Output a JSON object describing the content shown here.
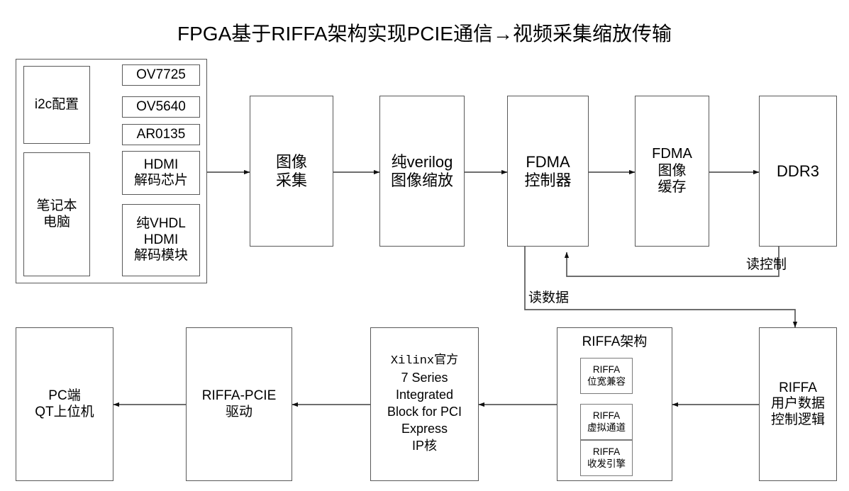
{
  "diagram": {
    "title": "FPGA基于RIFFA架构实现PCIE通信→视频采集缩放传输",
    "colors": {
      "stroke": "#595959",
      "text": "#000000",
      "background": "#ffffff"
    },
    "source_group": {
      "name": "video-source-group",
      "config_box": "i2c配置",
      "laptop_box_line1": "笔记本",
      "laptop_box_line2": "电脑",
      "sensors": [
        {
          "label": "OV7725"
        },
        {
          "label": "OV5640"
        },
        {
          "label": "AR0135"
        }
      ],
      "hdmi_chip_line1": "HDMI",
      "hdmi_chip_line2": "解码芯片",
      "vhdl_line1": "纯VHDL",
      "vhdl_line2": "HDMI",
      "vhdl_line3": "解码模块"
    },
    "pipeline": [
      {
        "name": "image-capture",
        "line1": "图像",
        "line2": "采集"
      },
      {
        "name": "image-scaler",
        "line1": "纯verilog",
        "line2": "图像缩放"
      },
      {
        "name": "fdma-controller",
        "line1": "FDMA",
        "line2": "控制器"
      },
      {
        "name": "fdma-image-buffer",
        "line1": "FDMA",
        "line2": "图像",
        "line3": "缓存"
      },
      {
        "name": "ddr3",
        "line1": "DDR3"
      }
    ],
    "edge_labels": {
      "read_control": "读控制",
      "read_data": "读数据"
    },
    "bottom_row": {
      "pc_host_line1": "PC端",
      "pc_host_line2": "QT上位机",
      "driver_line1": "RIFFA-PCIE",
      "driver_line2": "驱动",
      "xilinx_ip": {
        "line1": "Xilinx官方",
        "line2": "7  Series",
        "line3": "Integrated",
        "line4": "Block for PCI",
        "line5": "Express",
        "line6": "IP核"
      },
      "riffa_arch": {
        "title": "RIFFA架构",
        "blocks": [
          {
            "line1": "RIFFA",
            "line2": "位宽兼容"
          },
          {
            "line1": "RIFFA",
            "line2": "虚拟通道"
          },
          {
            "line1": "RIFFA",
            "line2": "收发引擎"
          }
        ]
      },
      "riffa_user": {
        "line1": "RIFFA",
        "line2": "用户数据",
        "line3": "控制逻辑"
      }
    }
  }
}
